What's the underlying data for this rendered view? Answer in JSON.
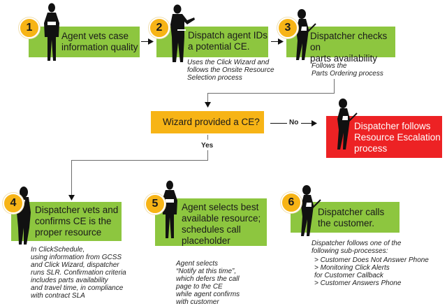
{
  "steps": [
    {
      "number": "1",
      "text": "Agent vets case\ninformation quality",
      "note": ""
    },
    {
      "number": "2",
      "text": "Dispatch agent IDs\na potential CE.",
      "note": "Uses the Click Wizard and\nfollows the Onsite Resource\nSelection process"
    },
    {
      "number": "3",
      "text": "Dispatcher checks on\nparts availability",
      "note": "Follows the\nParts Ordering process"
    },
    {
      "number": "4",
      "text": "Dispatcher vets and\nconfirms CE is the\nproper resource",
      "note": "In ClickSchedule,\nusing information from GCSS\nand Click Wizard, dispatcher\nruns SLR. Confirmation criteria\nincludes parts availability\nand travel time, in compliance\nwith contract SLA"
    },
    {
      "number": "5",
      "text": "Agent selects best\navailable resource;\nschedules call\nplaceholder",
      "note": "Agent selects\n“Notify at this time”,\nwhich defers the call\npage to the CE\nwhile agent confirms\nwith customer"
    },
    {
      "number": "6",
      "text": "Dispatcher calls\nthe customer.",
      "note": "Dispatcher follows one of the\nfollowing sub-processes:",
      "subprocesses": [
        "> Customer Does Not Answer Phone",
        "> Monitoring Click Alerts\n   for Customer Callback",
        "> Customer Answers Phone"
      ]
    }
  ],
  "decision": {
    "text": "Wizard provided a CE?",
    "yes_label": "Yes",
    "no_label": "No"
  },
  "escalation": {
    "text": "Dispatcher follows\nResource Escalation\nprocess"
  },
  "colors": {
    "step_green": "#8dc63f",
    "badge_yellow": "#f7b416",
    "decision_yellow": "#f7b416",
    "escalation_red": "#ed2224",
    "connector": "#6d6d6d"
  }
}
